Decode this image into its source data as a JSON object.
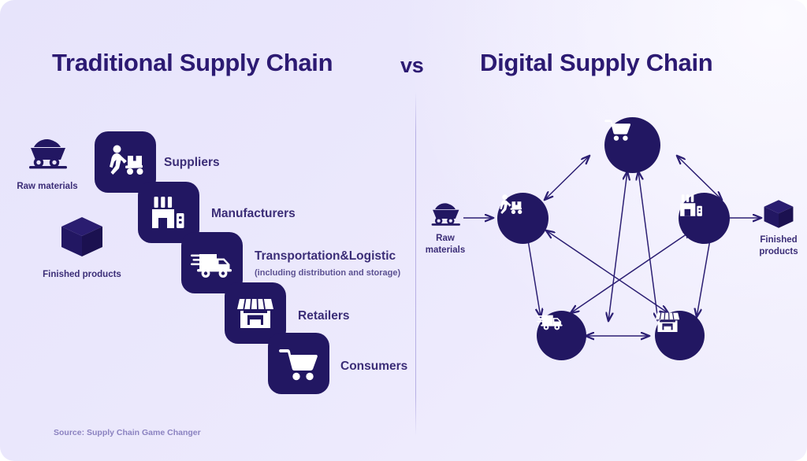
{
  "titles": {
    "left": "Traditional Supply Chain",
    "vs": "vs",
    "right": "Digital Supply Chain"
  },
  "colors": {
    "navy": "#221762",
    "title": "#2c1a72",
    "label": "#3b2d77",
    "sub": "#5c5192",
    "source": "#8b82c0",
    "bg_light": "#e7e4fb",
    "bg_highlight": "#fbfaff"
  },
  "traditional": {
    "raw_materials": {
      "caption": "Raw materials",
      "icon": "mining-cart-icon"
    },
    "finished_products": {
      "caption": "Finished products",
      "icon": "cube-icon"
    },
    "steps": [
      {
        "label": "Suppliers",
        "sub": "",
        "icon": "hand-truck-worker-icon"
      },
      {
        "label": "Manufacturers",
        "sub": "",
        "icon": "factory-icon"
      },
      {
        "label": "Transportation&Logistic",
        "sub": "(including distribution and storage)",
        "icon": "delivery-truck-icon"
      },
      {
        "label": "Retailers",
        "sub": "",
        "icon": "storefront-icon"
      },
      {
        "label": "Consumers",
        "sub": "",
        "icon": "shopping-cart-icon"
      }
    ],
    "source": "Source: Supply Chain Game Changer"
  },
  "digital": {
    "raw_materials": {
      "caption": "Raw\nmaterials",
      "icon": "mining-cart-icon"
    },
    "finished_products": {
      "caption": "Finished\nproducts",
      "icon": "cube-icon"
    },
    "nodes": [
      {
        "id": "consumers",
        "icon": "shopping-cart-icon"
      },
      {
        "id": "suppliers",
        "icon": "hand-truck-worker-icon"
      },
      {
        "id": "manufacturers",
        "icon": "factory-icon"
      },
      {
        "id": "transportation",
        "icon": "delivery-truck-icon"
      },
      {
        "id": "retailers",
        "icon": "storefront-icon"
      }
    ],
    "connections": [
      {
        "from": "suppliers",
        "to": "consumers",
        "arrows": "both"
      },
      {
        "from": "manufacturers",
        "to": "consumers",
        "arrows": "both"
      },
      {
        "from": "transportation",
        "to": "consumers",
        "arrows": "both"
      },
      {
        "from": "retailers",
        "to": "consumers",
        "arrows": "both"
      },
      {
        "from": "suppliers",
        "to": "transportation",
        "arrows": "both"
      },
      {
        "from": "suppliers",
        "to": "retailers",
        "arrows": "both"
      },
      {
        "from": "manufacturers",
        "to": "transportation",
        "arrows": "both"
      },
      {
        "from": "manufacturers",
        "to": "retailers",
        "arrows": "both"
      },
      {
        "from": "transportation",
        "to": "retailers",
        "arrows": "both"
      }
    ],
    "inflow_arrow": "raw-materials-to-suppliers",
    "outflow_arrow": "manufacturers-to-finished-products"
  }
}
